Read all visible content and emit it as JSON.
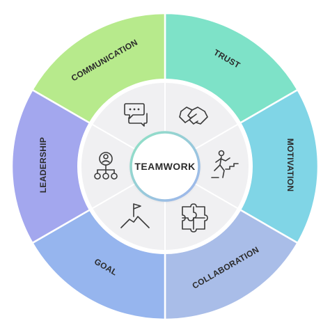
{
  "diagram": {
    "center_label": "TEAMWORK",
    "segments": [
      {
        "label": "TRUST",
        "color": "#7ee2c8",
        "icon": "handshake-icon"
      },
      {
        "label": "MOTIVATION",
        "color": "#80d5e6",
        "icon": "running-stairs-icon"
      },
      {
        "label": "COLLABORATION",
        "color": "#a9bde8",
        "icon": "puzzle-icon"
      },
      {
        "label": "GOAL",
        "color": "#96b5ee",
        "icon": "mountain-flag-icon"
      },
      {
        "label": "LEADERSHIP",
        "color": "#a3a7ee",
        "icon": "org-chart-icon"
      },
      {
        "label": "COMMUNICATION",
        "color": "#b7ea8c",
        "icon": "chat-bubbles-icon"
      }
    ],
    "inner_ring_color": "#f0f0f2",
    "divider_color": "#ffffff",
    "center_ring_gradient": [
      "#8fe3c3",
      "#9fb3ef"
    ]
  }
}
